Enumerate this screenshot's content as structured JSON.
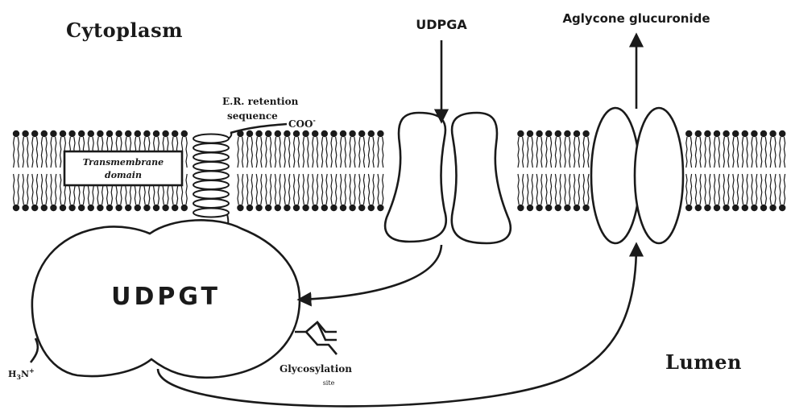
{
  "labels": {
    "cytoplasm": "Cytoplasm",
    "lumen": "Lumen",
    "udpga": "UDPGA",
    "aglycone": "Aglycone glucuronide",
    "er_retention_line1": "E.R. retention",
    "er_retention_line2": "sequence",
    "coo": "COO",
    "coo_sup": "-",
    "transmembrane_line1": "Transmembrane",
    "transmembrane_line2": "domain",
    "enzyme": "UDPGT",
    "h3n_h": "H",
    "h3n_sub": "3",
    "h3n_n": "N",
    "h3n_sup": "+",
    "glyco_line1": "Glycosylation",
    "glyco_line2": "site"
  },
  "colors": {
    "ink": "#1a1a1a",
    "background": "#ffffff"
  }
}
